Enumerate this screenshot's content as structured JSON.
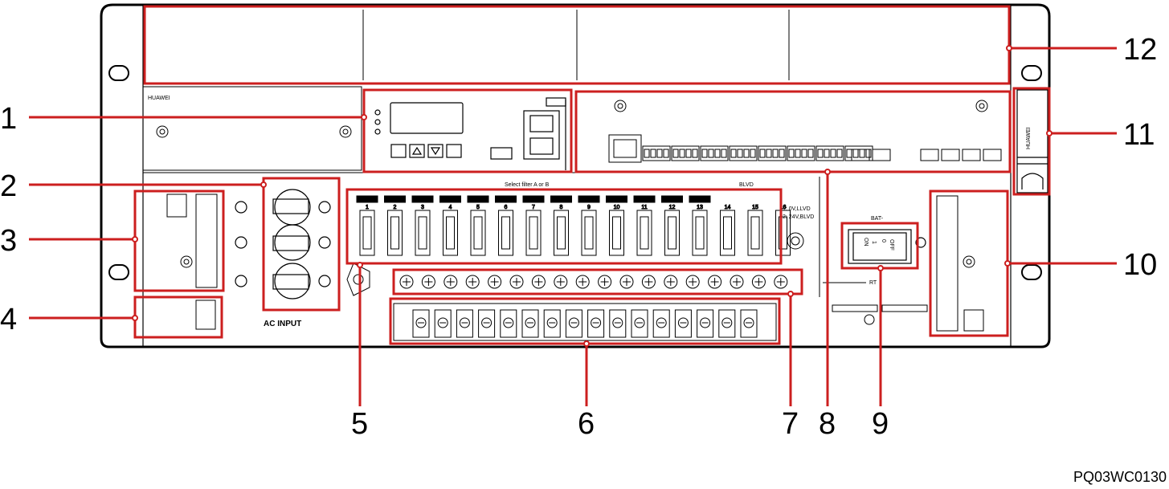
{
  "brand_label": "HUAWEI",
  "ac_input_label": "AC INPUT",
  "select_label": "Select filter A or B",
  "blvd_label": "BLVD",
  "llvd_legend": [
    "1: 0V,LLVD",
    "2: 24V,BLVD"
  ],
  "bat_label": "BAT-",
  "switch_labels": {
    "on": "ON",
    "off": "OFF",
    "one": "1",
    "zero": "0"
  },
  "rt_label": "RT",
  "breaker_numbers": [
    "1",
    "2",
    "3",
    "4",
    "5",
    "6",
    "7",
    "8",
    "9",
    "10",
    "11",
    "12",
    "13",
    "14",
    "15",
    "16"
  ],
  "callouts": [
    {
      "id": "1",
      "label": "1"
    },
    {
      "id": "2",
      "label": "2"
    },
    {
      "id": "3",
      "label": "3"
    },
    {
      "id": "4",
      "label": "4"
    },
    {
      "id": "5",
      "label": "5"
    },
    {
      "id": "6",
      "label": "6"
    },
    {
      "id": "7",
      "label": "7"
    },
    {
      "id": "8",
      "label": "8"
    },
    {
      "id": "9",
      "label": "9"
    },
    {
      "id": "10",
      "label": "10"
    },
    {
      "id": "11",
      "label": "11"
    },
    {
      "id": "12",
      "label": "12"
    }
  ],
  "figure_code": "PQ03WC0130",
  "colors": {
    "callout": "#cc1f1f",
    "outline": "#000000"
  }
}
